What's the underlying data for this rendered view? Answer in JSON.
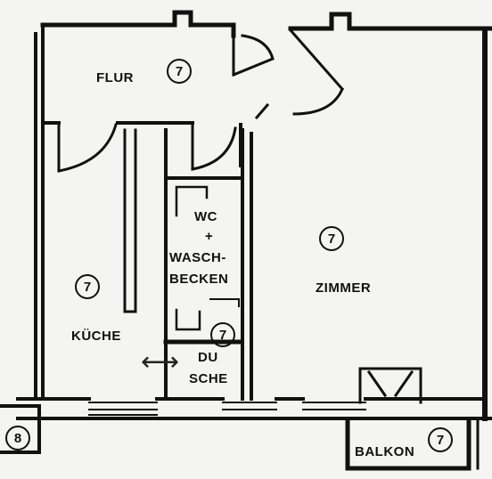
{
  "rooms": {
    "flur": {
      "label": "FLUR",
      "number": "7"
    },
    "kueche": {
      "label": "KÜCHE",
      "number": "7"
    },
    "wc": {
      "line1": "WC",
      "line2": "+",
      "line3": "WASCH-",
      "line4": "BECKEN"
    },
    "dusche": {
      "line1": "DU",
      "line2": "SCHE",
      "number": "7"
    },
    "zimmer": {
      "label": "ZIMMER",
      "number": "7"
    },
    "balkon": {
      "label": "BALKON",
      "number": "7"
    },
    "neighbor": {
      "number": "8"
    }
  },
  "symbols": {
    "double_arrow": "⟷"
  }
}
